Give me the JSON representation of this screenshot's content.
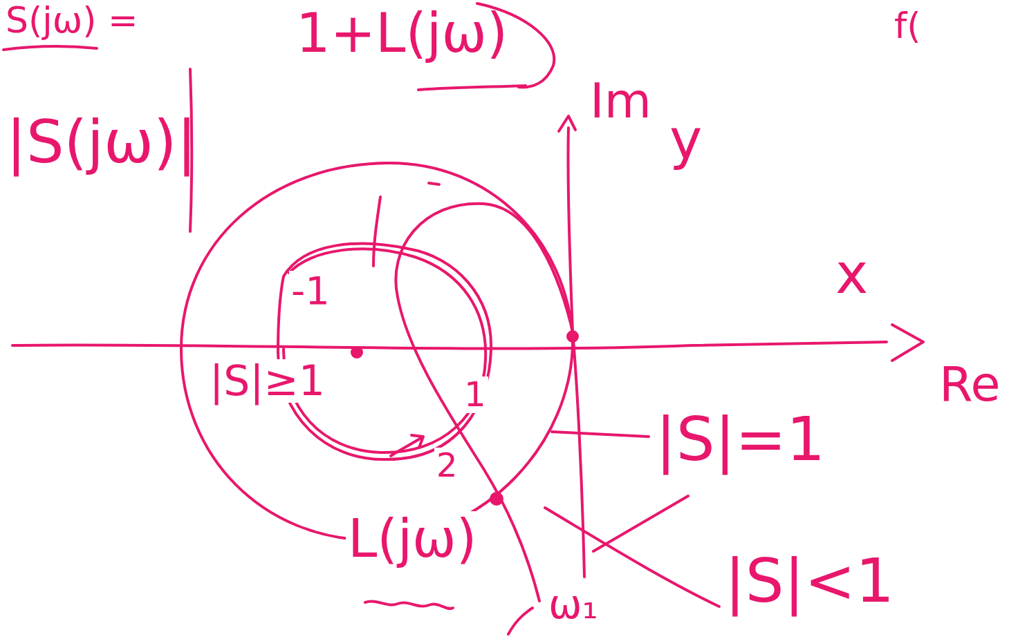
{
  "diagram": {
    "labels": [
      "S(jω) =",
      "1+L(jω)",
      "f(",
      "|S(jω)|",
      "Im",
      "y",
      "x",
      "Re",
      "|S|≥1",
      "-1",
      "1",
      "2",
      "|S|=1",
      "|S|<1",
      "L(jω)",
      "ω₁"
    ]
  }
}
